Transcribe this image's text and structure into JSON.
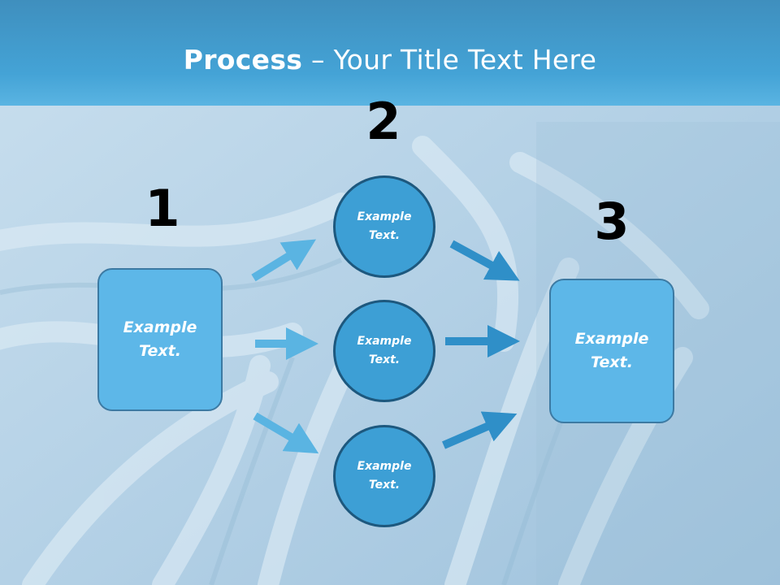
{
  "slide": {
    "title_bold": "Process",
    "title_rest": " – Your Title Text Here"
  },
  "steps": {
    "one": {
      "number": "1",
      "text": "Example\nText."
    },
    "two": {
      "number": "2",
      "items": [
        {
          "text": "Example\nText."
        },
        {
          "text": "Example\nText."
        },
        {
          "text": "Example\nText."
        }
      ]
    },
    "three": {
      "number": "3",
      "text": "Example\nText."
    }
  },
  "colors": {
    "header": "#44a3d6",
    "box_fill": "#5db7e8",
    "circle_fill": "#3d9fd5",
    "arrow_light": "#5ab4e2",
    "arrow_dark": "#2f8fc8"
  }
}
